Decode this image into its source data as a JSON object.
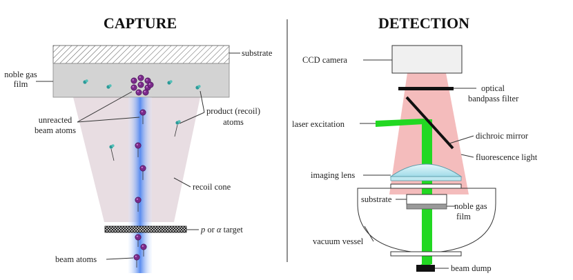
{
  "capture": {
    "title": "CAPTURE",
    "labels": {
      "substrate": "substrate",
      "noble_gas_1": "noble gas",
      "noble_gas_2": "film",
      "product_1": "product (recoil)",
      "product_2": "atoms",
      "unreacted_1": "unreacted",
      "unreacted_2": "beam atoms",
      "recoil_cone": "recoil cone",
      "target_symbol_p": "p",
      "target_or": " or ",
      "target_symbol_alpha": "α",
      "target_word": " target",
      "beam_atoms": "beam atoms"
    }
  },
  "detection": {
    "title": "DETECTION",
    "labels": {
      "ccd_camera": "CCD camera",
      "optical_1": "optical",
      "optical_2": "bandpass filter",
      "laser_excitation": "laser excitation",
      "dichroic_mirror": "dichroic mirror",
      "fluorescence_light": "fluorescence light",
      "imaging_lens": "imaging lens",
      "substrate": "substrate",
      "noble_gas_1": "noble gas",
      "noble_gas_2": "film",
      "vacuum_vessel": "vacuum vessel",
      "beam_dump": "beam dump"
    }
  },
  "colors": {
    "beam_blue": "#5a8cf0",
    "cone_pink": "#e8dde2",
    "atom_purple": "#7a2a8a",
    "product_teal": "#2a9a98",
    "laser_green": "#22d822",
    "fluor_red": "#f2b0b0",
    "film_gray": "#d3d3d3",
    "lens_cyan": "#bfe8f0"
  },
  "icons": {
    "beam_atom": "purple-sphere",
    "product_atom": "teal-molecule"
  }
}
